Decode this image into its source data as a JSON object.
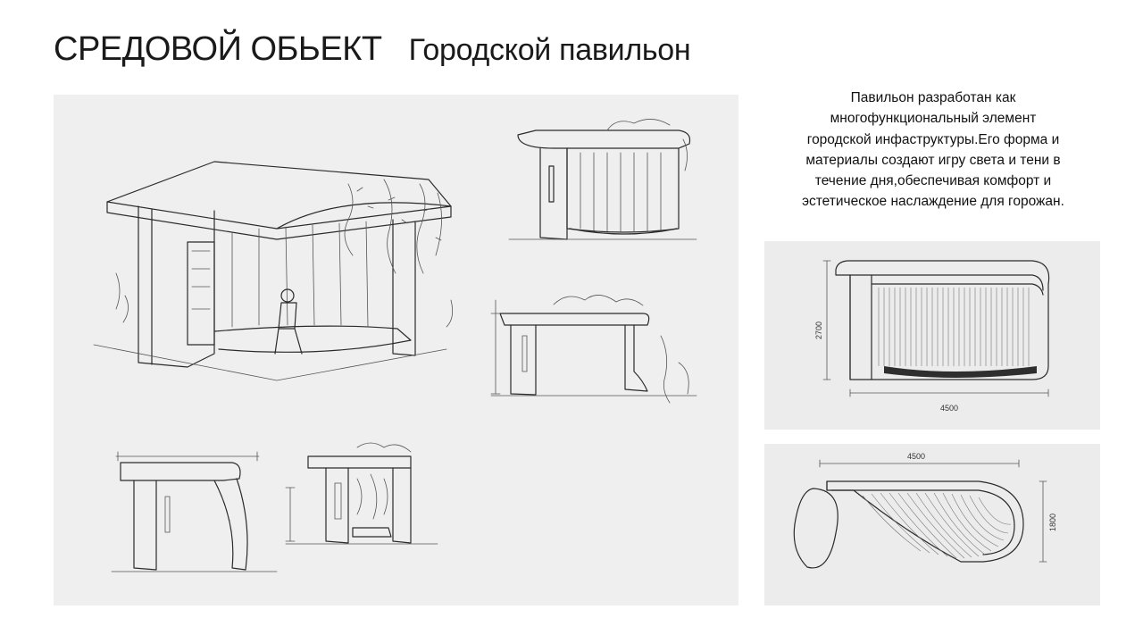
{
  "header": {
    "title_main": "СРЕДОВОЙ ОБЬЕКТ",
    "title_sub": "Городской павильон"
  },
  "description": {
    "lines": [
      "Павильон разработан как",
      "многофункциональный элемент",
      "городской инфаструктуры.Его форма и",
      "материалы создают игру света и тени в",
      "течение дня,обеспечивая комфорт и",
      "эстетическое наслаждение для горожан."
    ]
  },
  "drawings": {
    "front_elevation": {
      "dim_height": "2700",
      "dim_width": "4500"
    },
    "plan_view": {
      "dim_width": "4500",
      "dim_depth": "1800"
    }
  }
}
